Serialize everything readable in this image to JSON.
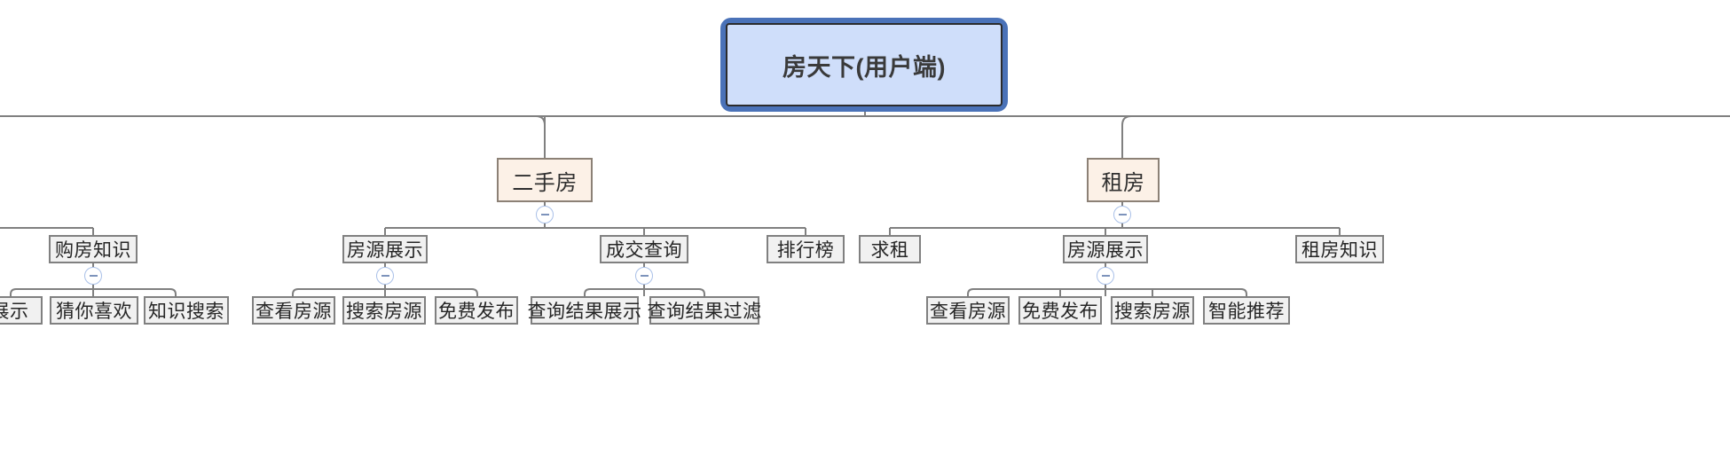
{
  "diagram": {
    "type": "mindmap",
    "title": "房天下(用户端)",
    "root": {
      "label": "房天下(用户端)"
    },
    "level2": [
      {
        "label": "二手房"
      },
      {
        "label": "租房"
      }
    ],
    "level3": [
      {
        "label": "购房知识"
      },
      {
        "label": "房源展示"
      },
      {
        "label": "成交查询"
      },
      {
        "label": "排行榜"
      },
      {
        "label": "求租"
      },
      {
        "label": "房源展示"
      },
      {
        "label": "租房知识"
      }
    ],
    "level4": [
      {
        "label": "展示"
      },
      {
        "label": "猜你喜欢"
      },
      {
        "label": "知识搜索"
      },
      {
        "label": "查看房源"
      },
      {
        "label": "搜索房源"
      },
      {
        "label": "免费发布"
      },
      {
        "label": "查询结果展示"
      },
      {
        "label": "查询结果过滤"
      },
      {
        "label": "查看房源"
      },
      {
        "label": "免费发布"
      },
      {
        "label": "搜索房源"
      },
      {
        "label": "智能推荐"
      }
    ],
    "toggles": [
      {
        "name": "collapse-toggle-ershoufang",
        "state": "expanded",
        "glyph": "minus"
      },
      {
        "name": "collapse-toggle-zufang",
        "state": "expanded",
        "glyph": "minus"
      },
      {
        "name": "collapse-toggle-goufangzhishi",
        "state": "expanded",
        "glyph": "minus"
      },
      {
        "name": "collapse-toggle-fangyuanzhanshi-left",
        "state": "expanded",
        "glyph": "minus"
      },
      {
        "name": "collapse-toggle-chengjiaochaxun",
        "state": "expanded",
        "glyph": "minus"
      },
      {
        "name": "collapse-toggle-fangyuanzhanshi-right",
        "state": "expanded",
        "glyph": "minus"
      }
    ],
    "colors": {
      "root_fill": "#cfdefa",
      "root_border": "#2b2b2b",
      "root_selection": "#4a72b8",
      "level2_fill": "#fcf1e7",
      "level2_border": "#8c8176",
      "node_fill": "#f1f1f1",
      "node_border": "#808080",
      "connector": "#808080",
      "toggle_border": "#a9c0e8",
      "canvas": "#ffffff"
    }
  }
}
